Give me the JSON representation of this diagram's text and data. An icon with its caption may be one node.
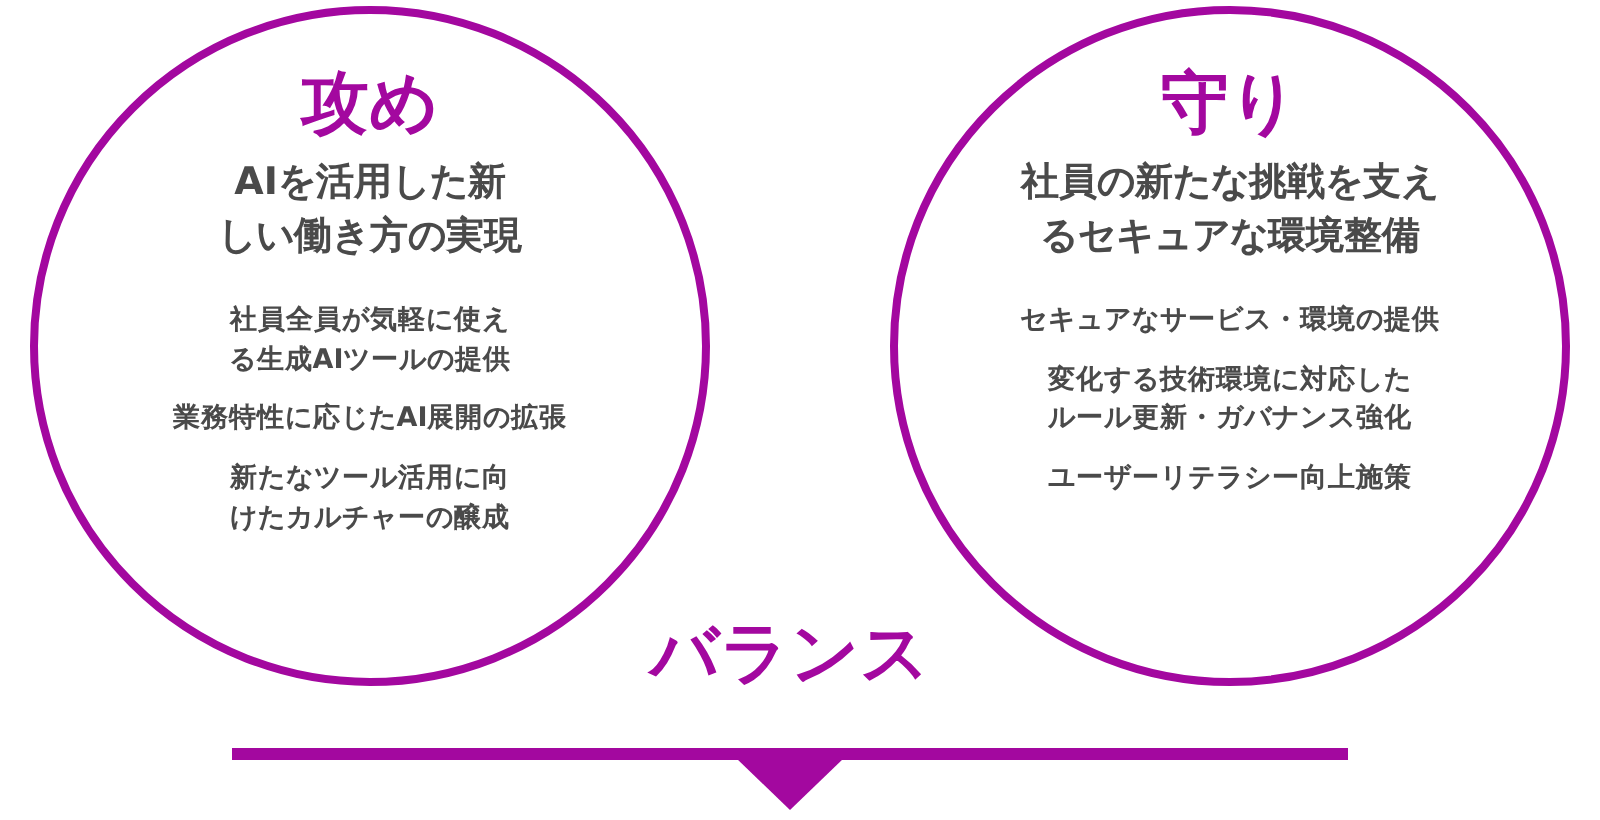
{
  "diagram": {
    "nodes": [
      {
        "text": [
          "攻め",
          "AIを活用した新しい働き方の実現",
          "社員全員が気軽に使える生成AIツールの提供",
          "業務特性に応じたAI展開の拡張",
          "新たなツール活用に向けたカルチャーの醸成"
        ]
      },
      {
        "text": [
          "守り",
          "社員の新たな挑戦を支えるセキュアな環境整備",
          "セキュアなサービス・環境の提供",
          "変化する技術環境に対応したルール更新・ガバナンス強化",
          "ユーザーリテラシー向上施策"
        ]
      }
    ],
    "labels": [
      "バランス"
    ]
  }
}
